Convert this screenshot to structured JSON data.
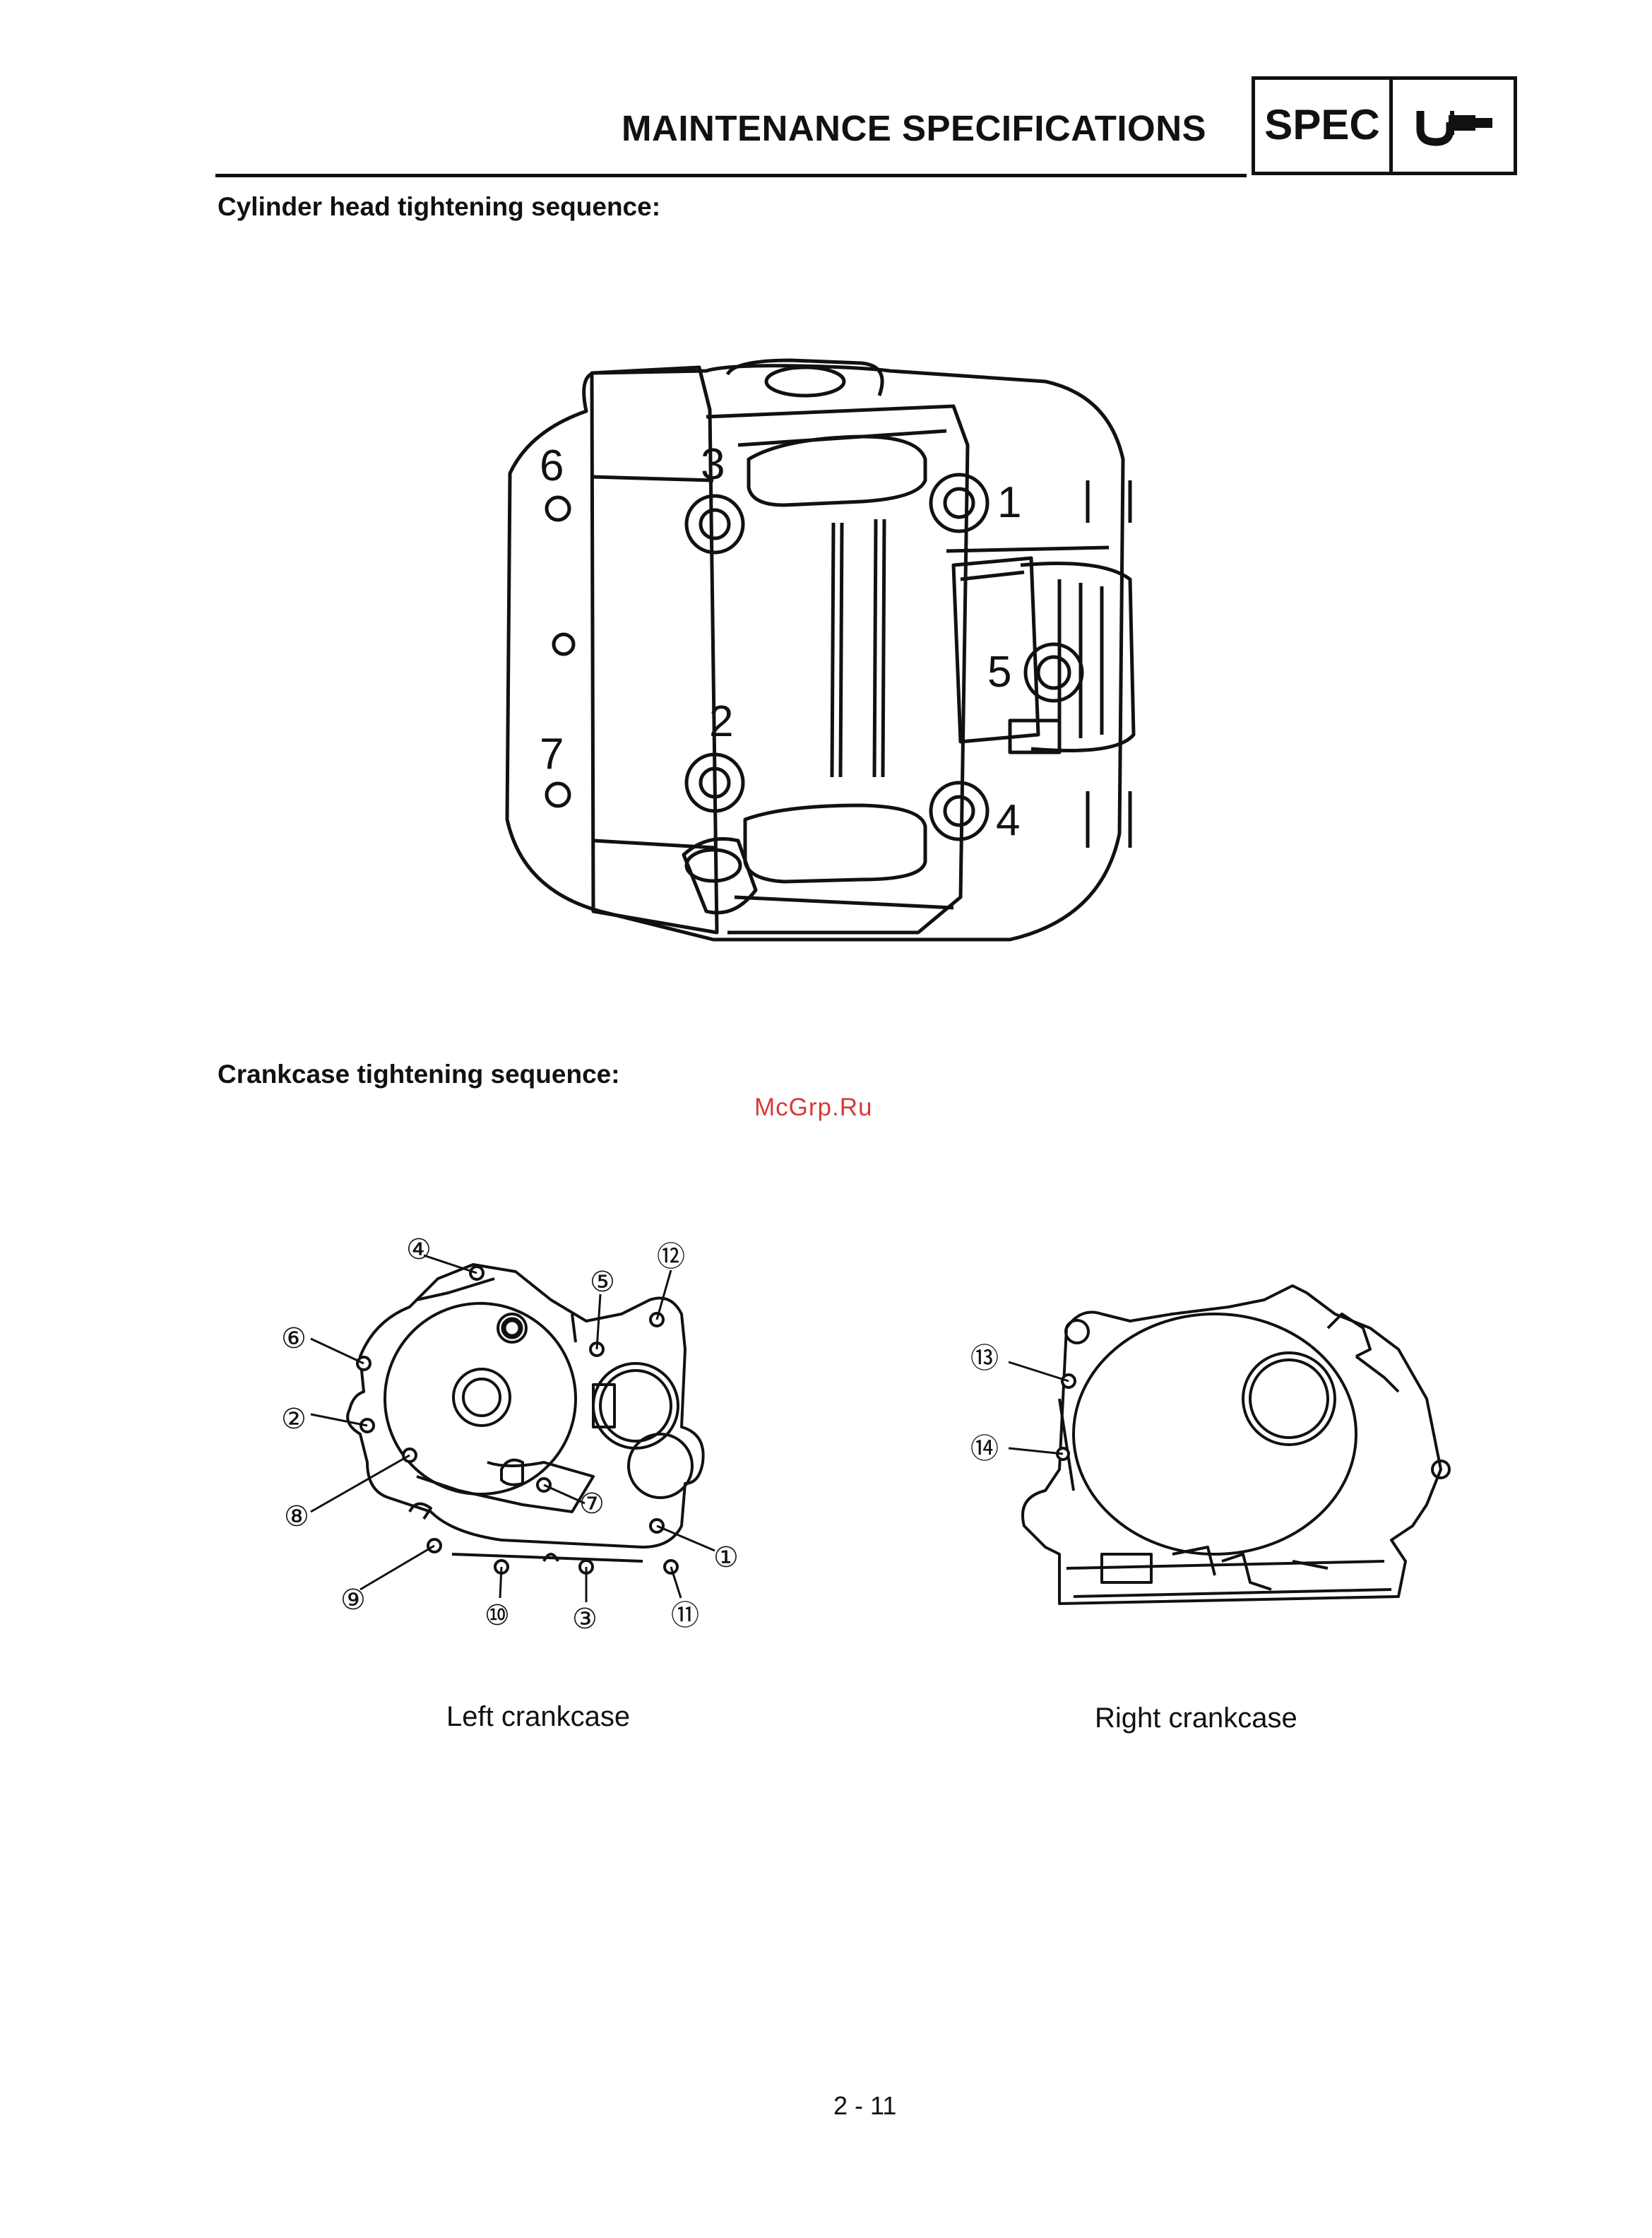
{
  "header": {
    "title": "MAINTENANCE SPECIFICATIONS",
    "badge": "SPEC",
    "icon": "micrometer-icon"
  },
  "cylinder_head": {
    "heading": "Cylinder head tightening sequence:",
    "bolt_labels": [
      "1",
      "2",
      "3",
      "4",
      "5",
      "6",
      "7"
    ]
  },
  "crankcase": {
    "heading": "Crankcase tightening sequence:",
    "left_labels": [
      "①",
      "②",
      "③",
      "④",
      "⑤",
      "⑥",
      "⑦",
      "⑧",
      "⑨",
      "⑩",
      "⑪",
      "⑫"
    ],
    "right_labels": [
      "⑬",
      "⑭"
    ],
    "left_caption": "Left crankcase",
    "right_caption": "Right crankcase"
  },
  "watermark": "McGrp.Ru",
  "page_number": "2 - 11",
  "colors": {
    "ink": "#111111",
    "watermark": "#d73a3a"
  }
}
